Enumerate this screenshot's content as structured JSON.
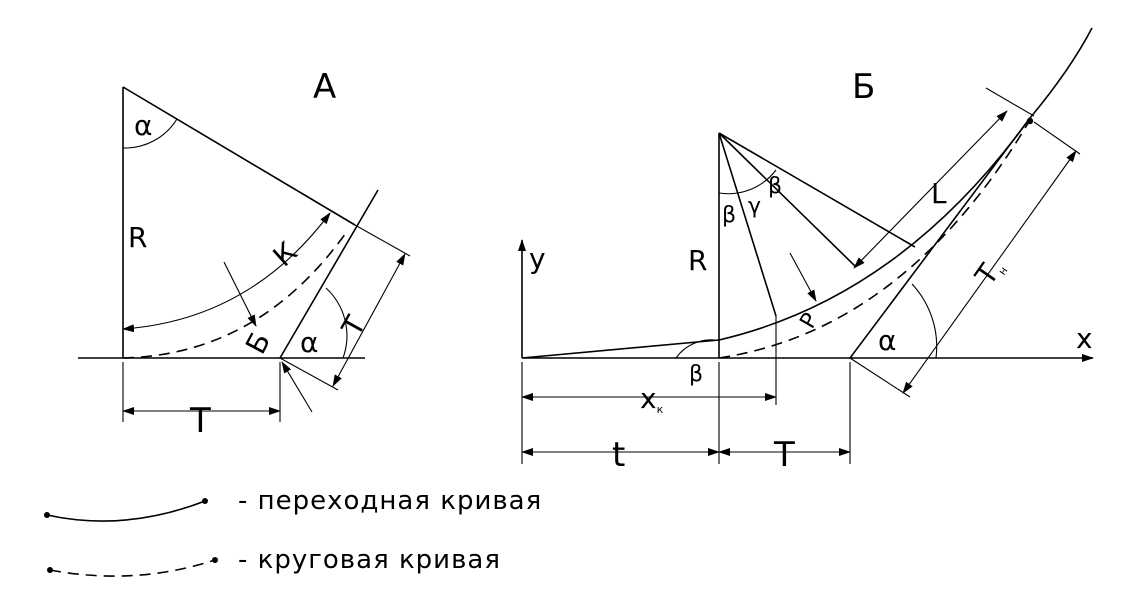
{
  "panel_a": {
    "title": "А",
    "R": "R",
    "alpha_top": "α",
    "alpha_bottom": "α",
    "K": "К",
    "B": "Б",
    "T_side": "Т",
    "T_bottom": "Т"
  },
  "panel_b": {
    "title": "Б",
    "y_axis": "y",
    "x_axis": "x",
    "R": "R",
    "beta_left": "β",
    "gamma": "γ",
    "beta_right": "β",
    "beta_bottom": "β",
    "L": "L",
    "P": "P",
    "alpha": "α",
    "Tn_main": "Т",
    "Tn_sub": "н",
    "xk_main": "x",
    "xk_sub": "к",
    "t": "t",
    "T": "Т"
  },
  "legend": {
    "transition_curve": "- переходная кривая",
    "circular_curve": "- круговая кривая"
  }
}
